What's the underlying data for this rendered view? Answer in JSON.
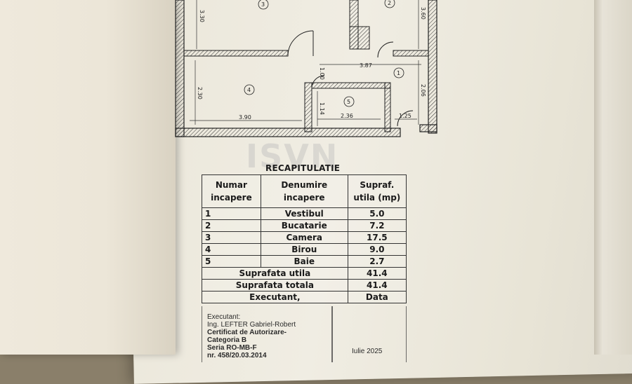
{
  "plan": {
    "rooms": [
      {
        "num": "3"
      },
      {
        "num": "2"
      },
      {
        "num": "4"
      },
      {
        "num": "1"
      },
      {
        "num": "5"
      }
    ],
    "dimensions": [
      "3.30",
      "3.60",
      "3.87",
      "1.00",
      "2.30",
      "2.06",
      "1.14",
      "2.36",
      "1.25",
      "3.90"
    ]
  },
  "recap": {
    "title": "RECAPITULATIE",
    "headers": {
      "col1_line1": "Numar",
      "col1_line2": "incapere",
      "col2_line1": "Denumire",
      "col2_line2": "incapere",
      "col3_line1": "Supraf.",
      "col3_line2": "utila (mp)"
    },
    "rows": [
      {
        "num": "1",
        "name": "Vestibul",
        "area": "5.0"
      },
      {
        "num": "2",
        "name": "Bucatarie",
        "area": "7.2"
      },
      {
        "num": "3",
        "name": "Camera",
        "area": "17.5"
      },
      {
        "num": "4",
        "name": "Birou",
        "area": "9.0"
      },
      {
        "num": "5",
        "name": "Baie",
        "area": "2.7"
      }
    ],
    "totals": [
      {
        "label": "Suprafata utila",
        "value": "41.4"
      },
      {
        "label": "Suprafata totala",
        "value": "41.4"
      }
    ],
    "footer": {
      "executant_label": "Executant,",
      "date_label": "Data"
    }
  },
  "executant": {
    "lines": [
      "Executant:",
      "Ing. LEFTER Gabriel-Robert",
      "Certificat de Autorizare-",
      "Categoria B",
      "Seria RO-MB-F",
      "nr. 458/20.03.2014"
    ],
    "date": "Iulie 2025"
  },
  "colors": {
    "ink": "#1a1a1a",
    "paper": "#eeeae0"
  }
}
